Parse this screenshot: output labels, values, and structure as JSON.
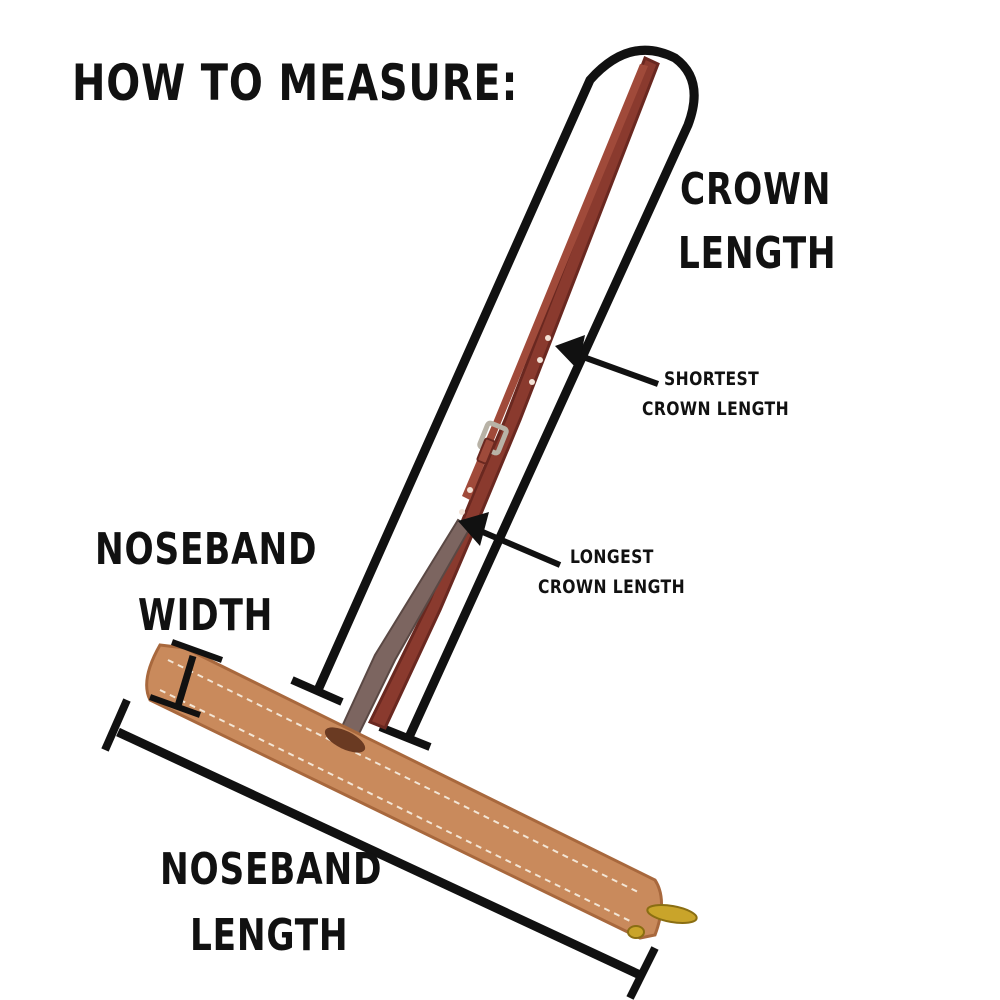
{
  "title": "HOW TO MEASURE:",
  "labels": {
    "crown_length_line1": "CROWN",
    "crown_length_line2": "LENGTH",
    "shortest_line1": "SHORTEST",
    "shortest_line2": "CROWN LENGTH",
    "longest_line1": "LONGEST",
    "longest_line2": "CROWN LENGTH",
    "noseband_width_line1": "NOSEBAND",
    "noseband_width_line2": "WIDTH",
    "noseband_length_line1": "NOSEBAND",
    "noseband_length_line2": "LENGTH"
  },
  "colors": {
    "ink": "#111111",
    "noseband_leather": "#c98a5c",
    "noseband_edge": "#a8683d",
    "stitching": "#f3e6d6",
    "crown_leather": "#8a3a2e",
    "crown_dark": "#6a2820",
    "latigo": "#7c6560",
    "buckle": "#b8b2a6",
    "brass": "#c9a42a"
  }
}
